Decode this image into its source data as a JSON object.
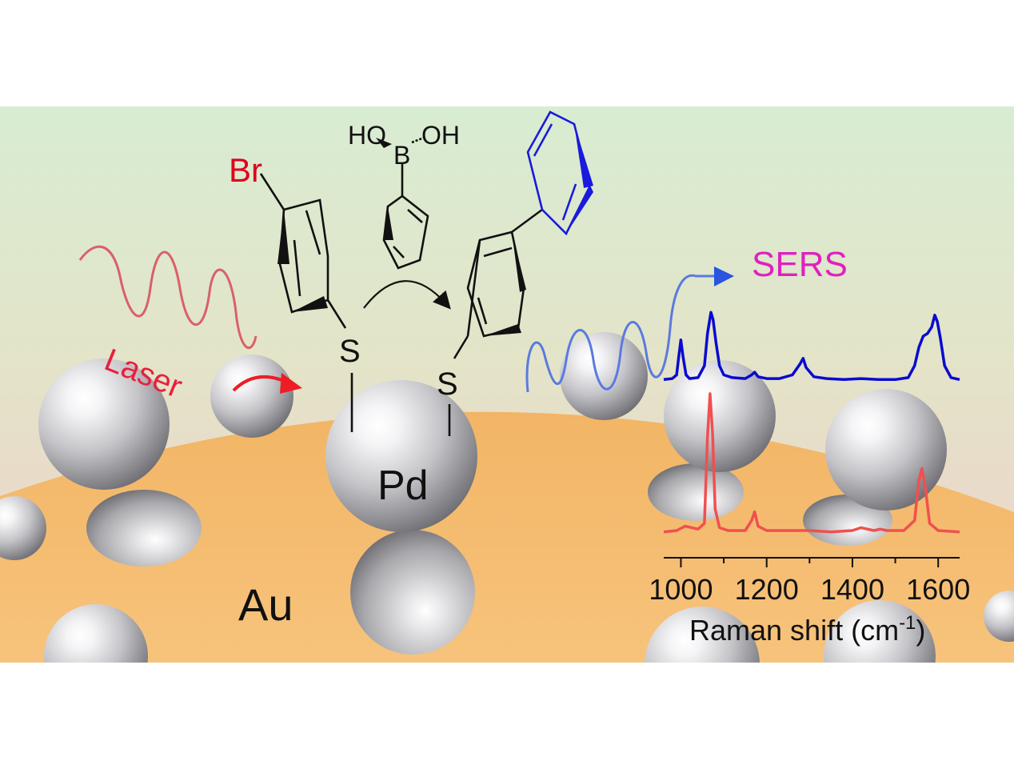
{
  "labels": {
    "bromo": "Br",
    "boronic_ho": "HO",
    "boronic_b": "B",
    "boronic_oh": "OH",
    "sulfur_left": "S",
    "sulfur_right": "S",
    "palladium": "Pd",
    "gold": "Au",
    "laser": "Laser",
    "sers": "SERS"
  },
  "colors": {
    "bromo": "#e0001a",
    "biphenyl": "#1a1adc",
    "laser": "#e8203c",
    "laser_wave": "#d9606a",
    "sers": "#e020c0",
    "sers_wave": "#5a7ae0",
    "gold_surface": "#f5b86a",
    "pd_sphere": "#c8c8cc"
  },
  "chart_data": {
    "type": "line",
    "xlabel": "Raman shift (cm-1)",
    "xlabel_main": "Raman shift (cm",
    "xlabel_sup": "-1",
    "xlabel_end": ")",
    "xlim": [
      960,
      1650
    ],
    "x_ticks": [
      "1000",
      "1200",
      "1400",
      "1600"
    ],
    "series": [
      {
        "color": "#0a0ad0",
        "x": [
          960,
          980,
          990,
          995,
          1000,
          1005,
          1012,
          1020,
          1040,
          1055,
          1062,
          1070,
          1075,
          1082,
          1090,
          1100,
          1120,
          1150,
          1165,
          1172,
          1180,
          1200,
          1230,
          1260,
          1278,
          1285,
          1292,
          1310,
          1340,
          1380,
          1420,
          1460,
          1500,
          1530,
          1545,
          1555,
          1565,
          1575,
          1585,
          1592,
          1598,
          1605,
          1615,
          1630,
          1650
        ],
        "y": [
          0.05,
          0.06,
          0.1,
          0.3,
          0.48,
          0.3,
          0.1,
          0.06,
          0.07,
          0.2,
          0.55,
          0.78,
          0.7,
          0.45,
          0.2,
          0.1,
          0.07,
          0.06,
          0.1,
          0.13,
          0.08,
          0.06,
          0.06,
          0.1,
          0.22,
          0.28,
          0.18,
          0.08,
          0.06,
          0.05,
          0.06,
          0.05,
          0.05,
          0.07,
          0.2,
          0.4,
          0.52,
          0.55,
          0.62,
          0.75,
          0.68,
          0.5,
          0.2,
          0.07,
          0.05
        ]
      },
      {
        "color": "#f05050",
        "x": [
          960,
          990,
          1010,
          1040,
          1055,
          1062,
          1068,
          1074,
          1080,
          1090,
          1110,
          1150,
          1165,
          1172,
          1180,
          1200,
          1250,
          1300,
          1350,
          1400,
          1420,
          1450,
          1465,
          1480,
          1520,
          1545,
          1555,
          1562,
          1570,
          1580,
          1600,
          1650
        ],
        "y": [
          0.04,
          0.05,
          0.08,
          0.06,
          0.1,
          0.7,
          1.0,
          0.72,
          0.2,
          0.07,
          0.05,
          0.05,
          0.12,
          0.18,
          0.08,
          0.05,
          0.05,
          0.05,
          0.04,
          0.05,
          0.07,
          0.05,
          0.06,
          0.05,
          0.05,
          0.12,
          0.4,
          0.48,
          0.35,
          0.1,
          0.05,
          0.04
        ]
      }
    ]
  }
}
